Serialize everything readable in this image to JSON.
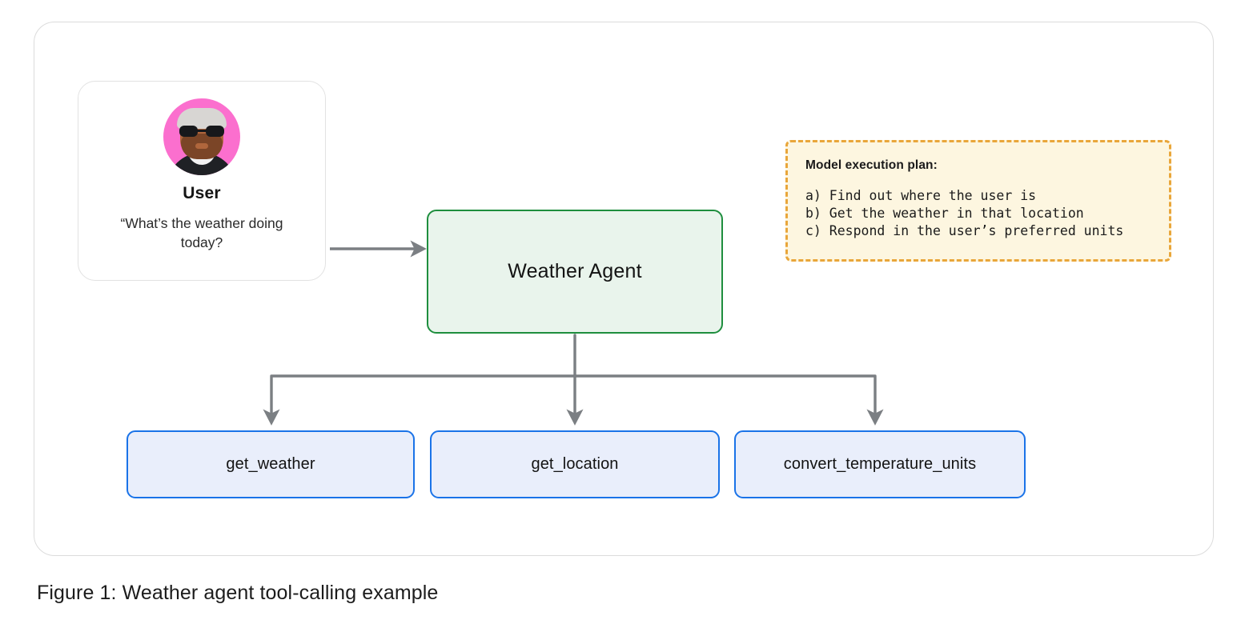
{
  "figure": {
    "caption": "Figure 1: Weather agent tool-calling example"
  },
  "user_card": {
    "avatar_icon": "user-avatar-illustration",
    "label": "User",
    "quote": "“What’s the weather doing today?"
  },
  "agent": {
    "label": "Weather Agent"
  },
  "plan": {
    "title": "Model execution plan:",
    "steps_text": "a) Find out where the user is\nb) Get the weather in that location\nc) Respond in the user’s preferred units",
    "steps": [
      "a) Find out where the user is",
      "b) Get the weather in that location",
      "c) Respond in the user’s preferred units"
    ]
  },
  "tools": [
    {
      "label": "get_weather"
    },
    {
      "label": "get_location"
    },
    {
      "label": "convert_temperature_units"
    }
  ],
  "connectors": {
    "user_to_agent_icon": "arrow-right-icon",
    "agent_to_tools_icon": "branching-arrows-down-icon"
  },
  "colors": {
    "agent_border": "#1e8e3e",
    "agent_fill": "#e9f4ec",
    "tool_border": "#1a73e8",
    "tool_fill": "#e9eefb",
    "plan_border": "#e9a63a",
    "plan_fill": "#fdf6e0",
    "connector": "#7b7f83",
    "card_border": "#dcdcdc",
    "avatar_background": "#fb6fce"
  }
}
